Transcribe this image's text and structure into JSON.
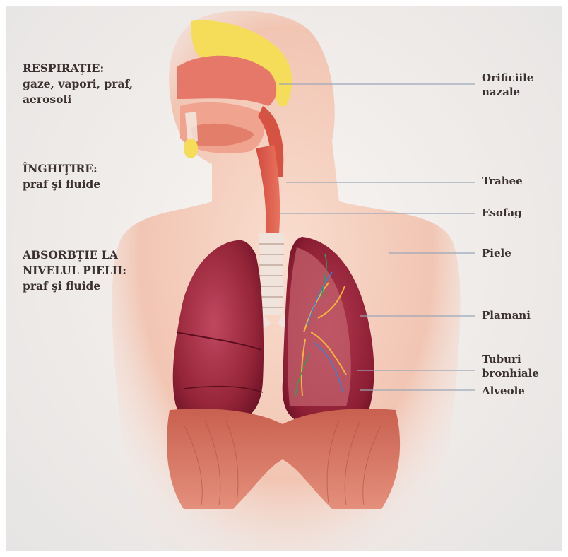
{
  "left_labels": {
    "respiratie": "RESPIRAŢIE:\ngaze, vapori, praf,\naerosoli",
    "inghitire": "ÎNGHIŢIRE:\npraf şi fluide",
    "absorbtie": "ABSORBŢIE LA\nNIVELUL PIELII:\npraf şi fluide"
  },
  "right_labels": {
    "orificiile": "Orificiile\nnazale",
    "trahee": "Trahee",
    "esofag": "Esofag",
    "piele": "Piele",
    "plamani": "Plamani",
    "tuburi": "Tuburi\nbronhiale",
    "alveole": "Alveole"
  },
  "colors": {
    "skin": "#f3c7b6",
    "lung_dark": "#8e1f34",
    "lung_mid": "#b3354c",
    "muscle": "#d9705c",
    "trachea": "#efe3dc",
    "sinus": "#f5dd5a",
    "leader_line": "#9aa6b8"
  }
}
